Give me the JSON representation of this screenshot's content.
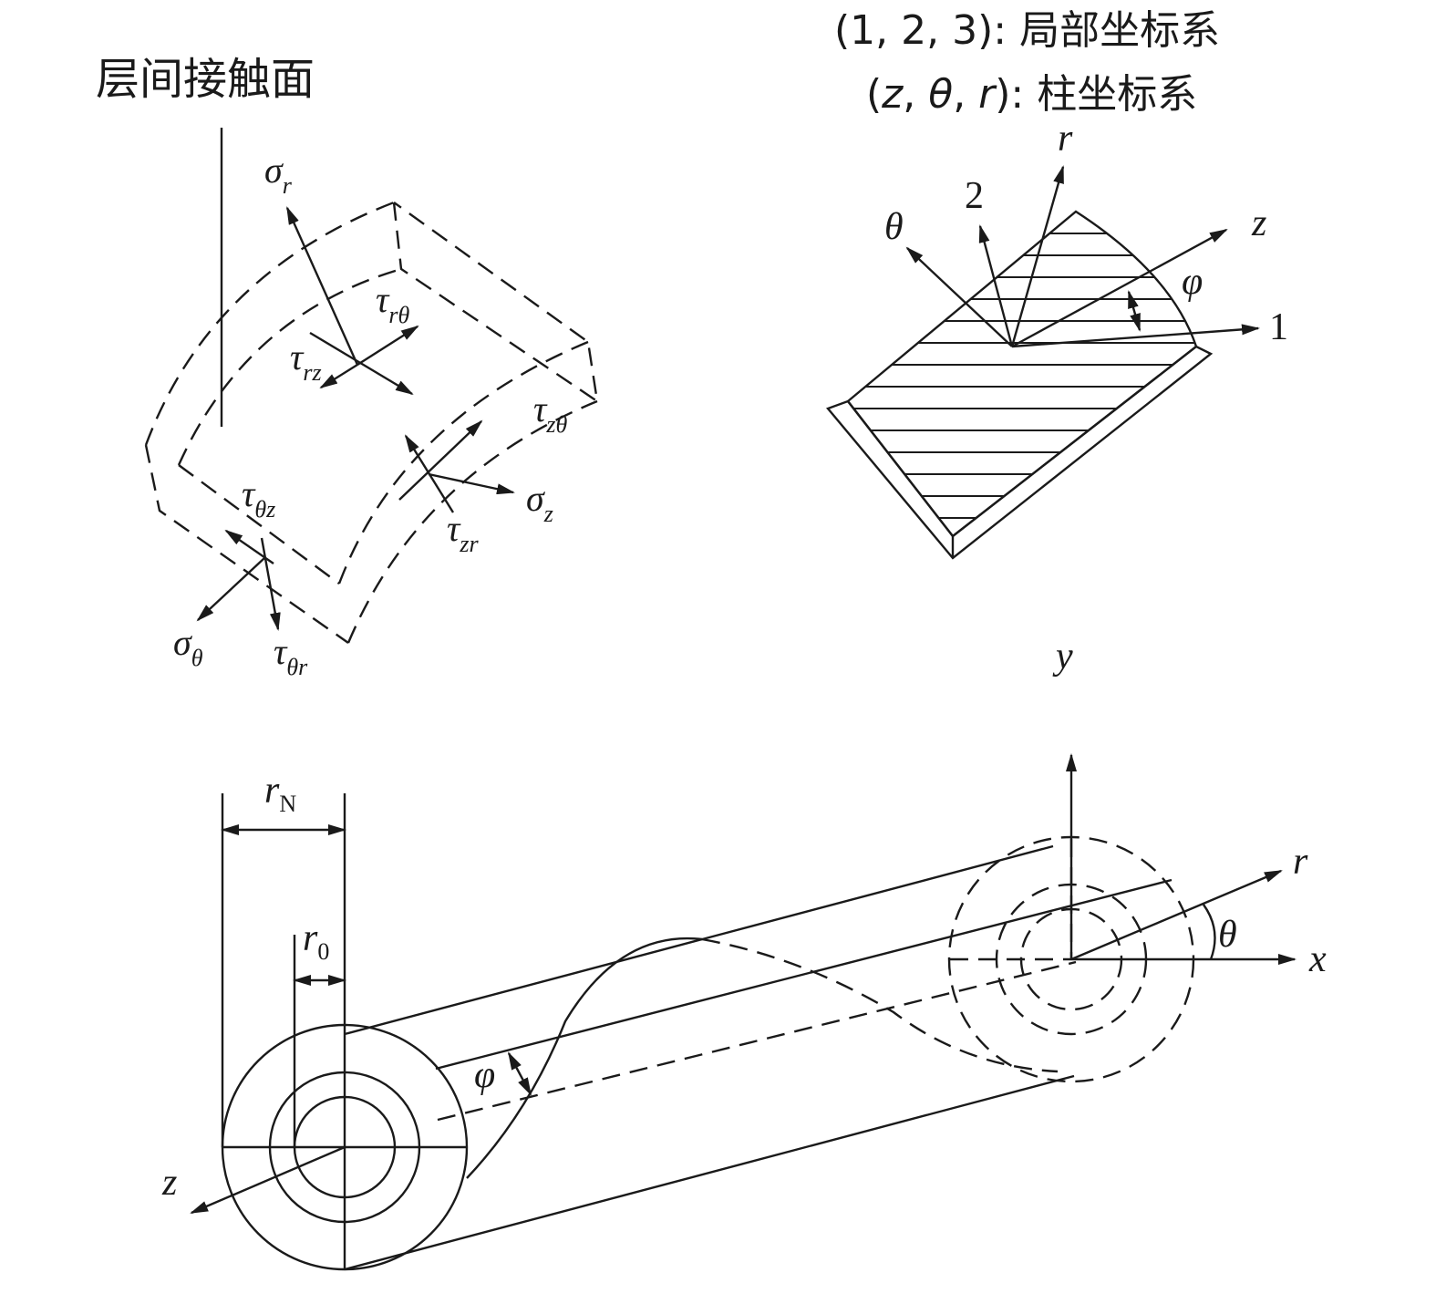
{
  "labels": {
    "interlayer_surface": "层间接触面",
    "local_coords": "(1, 2, 3): 局部坐标系",
    "cyl_coords_prefix": "(",
    "cyl_z": "z",
    "cyl_sep1": ", ",
    "cyl_theta": "θ",
    "cyl_sep2": ", ",
    "cyl_r": "r",
    "cyl_coords_suffix": "): 柱坐标系"
  },
  "stress_element": {
    "sigma": "σ",
    "tau": "τ",
    "sigma_r_sub": "r",
    "tau_rtheta_sub": "rθ",
    "tau_rz_sub": "rz",
    "tau_ztheta_sub": "zθ",
    "sigma_z_sub": "z",
    "tau_zr_sub": "zr",
    "tau_thetaz_sub": "θz",
    "sigma_theta_sub": "θ",
    "tau_thetar_sub": "θr"
  },
  "ply_element": {
    "axis_r": "r",
    "axis_2": "2",
    "axis_theta": "θ",
    "axis_z": "z",
    "axis_1": "1",
    "angle_phi": "φ"
  },
  "cylinder": {
    "axis_y": "y",
    "axis_r": "r",
    "angle_theta": "θ",
    "axis_x": "x",
    "axis_z": "z",
    "angle_phi": "φ",
    "rN_main": "r",
    "rN_sub": "N",
    "r0_main": "r",
    "r0_sub": "0"
  }
}
